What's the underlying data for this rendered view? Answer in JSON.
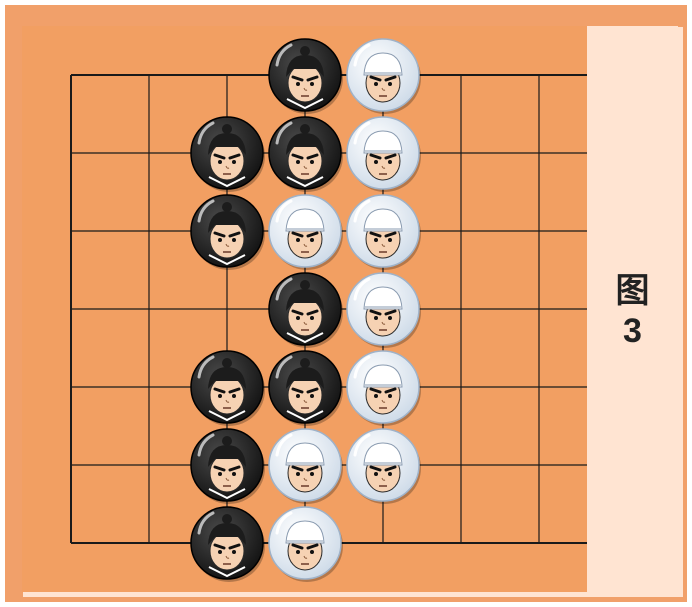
{
  "figure": {
    "caption_line1": "图",
    "caption_line2": "3"
  },
  "board": {
    "cols": 7,
    "rows": 6,
    "colors": {
      "background": "#f29f62",
      "grid": "#1a1a1a"
    }
  },
  "stones": [
    {
      "color": "black",
      "col": 3,
      "row": 0
    },
    {
      "color": "white",
      "col": 4,
      "row": 0
    },
    {
      "color": "black",
      "col": 2,
      "row": 1
    },
    {
      "color": "black",
      "col": 3,
      "row": 1
    },
    {
      "color": "white",
      "col": 4,
      "row": 1
    },
    {
      "color": "black",
      "col": 2,
      "row": 2
    },
    {
      "color": "white",
      "col": 3,
      "row": 2
    },
    {
      "color": "white",
      "col": 4,
      "row": 2
    },
    {
      "color": "black",
      "col": 3,
      "row": 3
    },
    {
      "color": "white",
      "col": 4,
      "row": 3
    },
    {
      "color": "black",
      "col": 2,
      "row": 4
    },
    {
      "color": "black",
      "col": 3,
      "row": 4
    },
    {
      "color": "white",
      "col": 4,
      "row": 4
    },
    {
      "color": "black",
      "col": 2,
      "row": 5
    },
    {
      "color": "white",
      "col": 3,
      "row": 5
    },
    {
      "color": "white",
      "col": 4,
      "row": 5
    },
    {
      "color": "black",
      "col": 2,
      "row": 6
    },
    {
      "color": "white",
      "col": 3,
      "row": 6
    }
  ]
}
